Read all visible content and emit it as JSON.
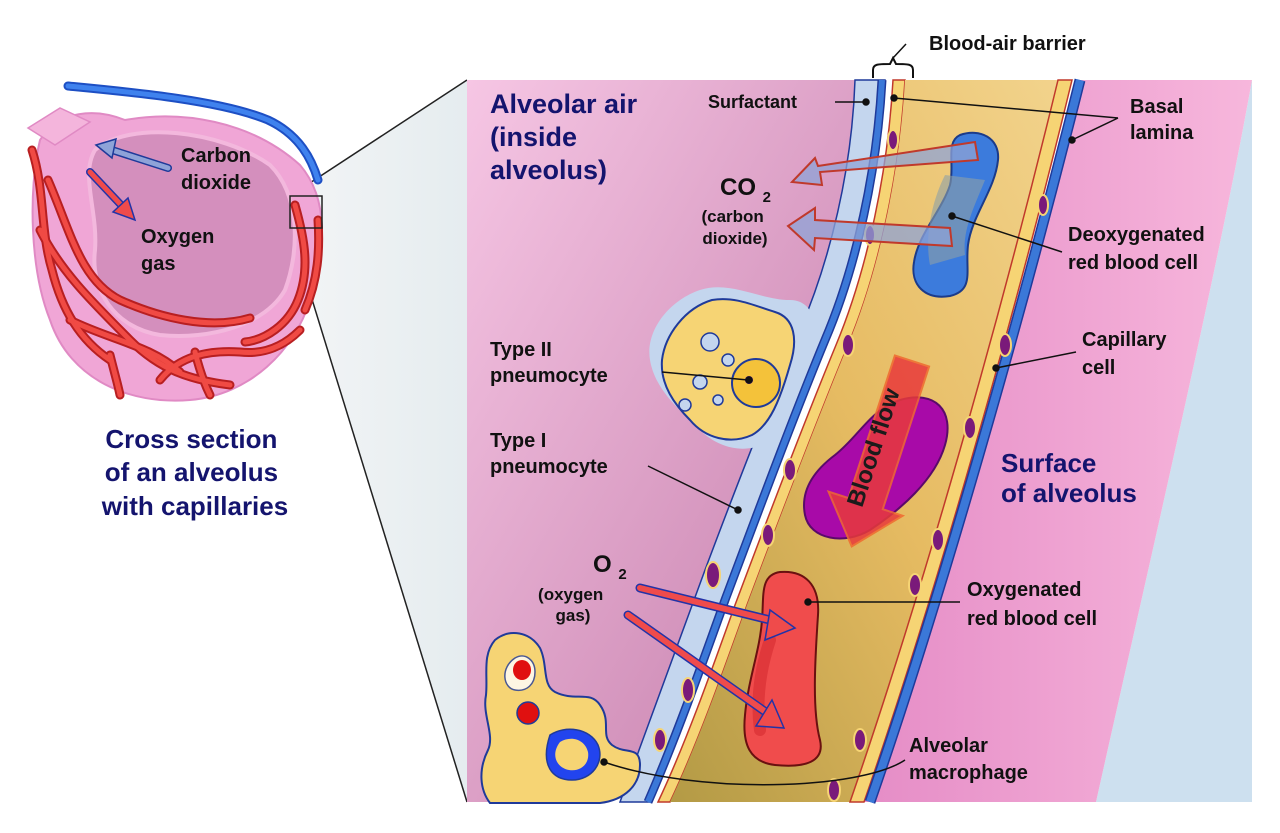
{
  "colors": {
    "alveolus_pink": "#f0a6d6",
    "alveolar_air": "#d68fbf",
    "capillary_red": "#e8393b",
    "vein_blue": "#2f6fe0",
    "plasma_yellow": "#e5b85a",
    "basal_lamina_blue": "#3b78d8",
    "deoxygenated_cell": "#3c7bdc",
    "oxygenated_cell": "#f04c4c",
    "title_navy": "#14146e"
  },
  "left_panel": {
    "arrow_co2_label": [
      "Carbon",
      "dioxide"
    ],
    "arrow_o2_label": [
      "Oxygen",
      "gas"
    ],
    "caption": [
      "Cross section",
      "of an alveolus",
      "with capillaries"
    ]
  },
  "detail_panel": {
    "blood_air_barrier": "Blood-air barrier",
    "alveolar_air": [
      "Alveolar air",
      "(inside",
      "alveolus)"
    ],
    "surfactant": "Surfactant",
    "basal_lamina": [
      "Basal",
      "lamina"
    ],
    "co2_symbol": "CO",
    "co2_subscript": "2",
    "co2_name": [
      "(carbon",
      "dioxide)"
    ],
    "deoxygenated_rbc": [
      "Deoxygenated",
      "red blood cell"
    ],
    "type2": [
      "Type II",
      "pneumocyte"
    ],
    "capillary_cell": [
      "Capillary",
      "cell"
    ],
    "type1": [
      "Type I",
      "pneumocyte"
    ],
    "blood_flow": "Blood flow",
    "surface": [
      "Surface",
      "of alveolus"
    ],
    "o2_symbol": "O",
    "o2_subscript": "2",
    "o2_name": [
      "(oxygen",
      "gas)"
    ],
    "oxygenated_rbc": [
      "Oxygenated",
      "red blood cell"
    ],
    "macrophage": [
      "Alveolar",
      "macrophage"
    ]
  }
}
